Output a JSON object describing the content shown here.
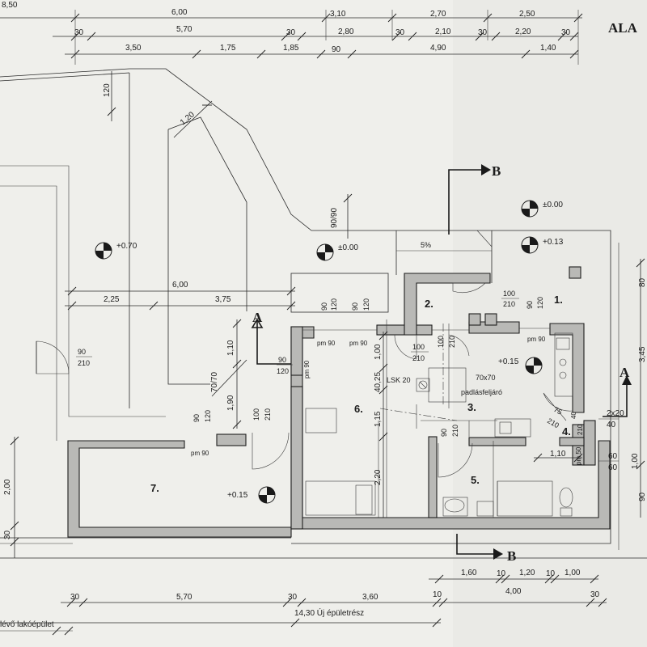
{
  "sheet_title": "ALA",
  "dimensions": {
    "row0": [
      "8,50",
      "6,00",
      "3,10",
      "2,70",
      "2,50"
    ],
    "row1": [
      "30",
      "5,70",
      "30",
      "2,80",
      "30",
      "2,10",
      "30",
      "2,20",
      "30"
    ],
    "row2": [
      "3,50",
      "1,75",
      "1,85",
      "90",
      "4,90",
      "1,40"
    ],
    "dim_6_00": "6,00",
    "dim_2_25": "2,25",
    "dim_3_75": "3,75",
    "dim_120_top": "120",
    "dim_1_20": "1,20",
    "dim_90_90": "90/90",
    "dim_1_10": "1,10",
    "dim_1_90": "1,90",
    "dim_70_70": "70/70",
    "dim_1_00": "1,00",
    "dim_40_25": "40,25",
    "dim_1_15": "1,15",
    "dim_2_20": "2,20",
    "dim_2_00": "2,00",
    "dim_30_left": "30",
    "dim_1_10_b": "1,10",
    "right_80": "80",
    "right_3_45": "3,45",
    "right_1_00": "1,00",
    "right_90": "90",
    "right_2x20": "2x20",
    "right_40": "40",
    "right_60a": "60",
    "right_60b": "60",
    "bottom_row1": [
      "1,60",
      "10",
      "1,20",
      "10",
      "1,00"
    ],
    "bottom_row2": [
      "30",
      "5,70",
      "30",
      "3,60",
      "10",
      "4,00",
      "30"
    ],
    "bottom_total": "14,30 Új épületrész",
    "bottom_existing": "lévő lakóépület"
  },
  "levels": {
    "l070": "+0.70",
    "l000a": "±0.00",
    "l000b": "±0.00",
    "l013": "+0.13",
    "l015a": "+0.15",
    "l015b": "+0.15"
  },
  "rooms": {
    "r1": "1.",
    "r2": "2.",
    "r3": "3.",
    "r4": "4.",
    "r5": "5.",
    "r6": "6.",
    "r7": "7."
  },
  "openings": {
    "o100_210_a_top": "100",
    "o100_210_a_bot": "210",
    "o90_120_a_top": "90",
    "o90_120_a_bot": "120",
    "w90_120_1_top": "90",
    "w90_120_1_bot": "120",
    "w90_120_2_top": "90",
    "w90_120_2_bot": "120",
    "d100_210_b_top": "100",
    "d100_210_b_bot": "210",
    "d100_210_c_top": "100",
    "d100_210_c_bot": "210",
    "w90_120_3_top": "90",
    "w90_120_3_bot": "120",
    "w90_120_4_top": "90",
    "w90_120_4_bot": "120",
    "d100_210_d_top": "100",
    "d100_210_d_bot": "210",
    "d90_210_left_top": "90",
    "d90_210_left_bot": "210",
    "d90_210_e_top": "90",
    "d90_210_e_bot": "210",
    "d75_210_top": "75",
    "d75_210_bot": "210",
    "d40_210_top": "40",
    "d40_210_bot": "210",
    "pm90_a": "pm 90",
    "pm90_b": "pm 90",
    "pm90_c": "pm 90",
    "pm90_d": "pm 90",
    "pm90_e": "pm 90",
    "pm50": "pm 50"
  },
  "labels": {
    "slope": "5%",
    "attic_size": "70x70",
    "attic": "padlásfeljáró",
    "chimney": "LSK 20"
  },
  "sections": {
    "a": "A",
    "b": "B"
  }
}
